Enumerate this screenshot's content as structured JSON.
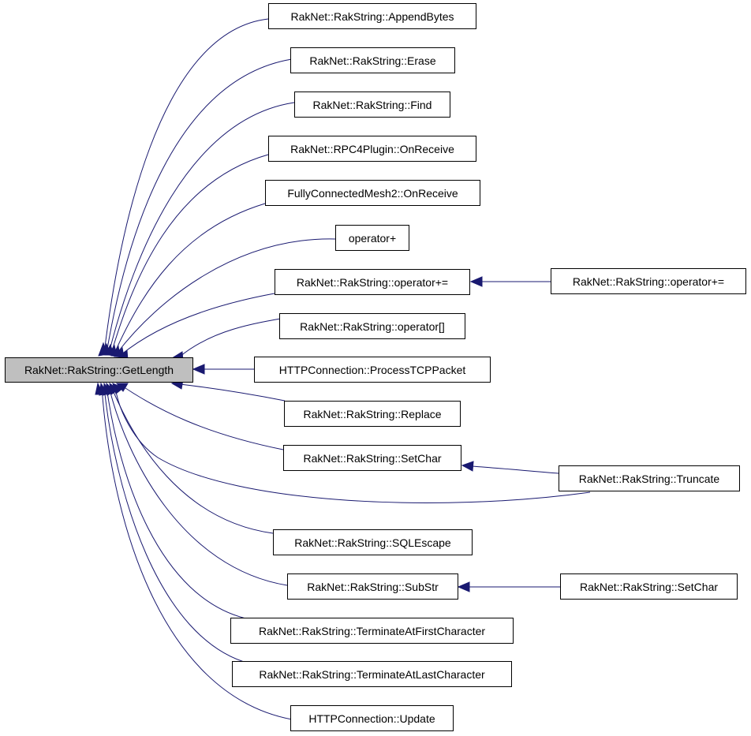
{
  "root": {
    "label": "RakNet::RakString::GetLength"
  },
  "callers": [
    {
      "id": "append",
      "label": "RakNet::RakString::AppendBytes"
    },
    {
      "id": "erase",
      "label": "RakNet::RakString::Erase"
    },
    {
      "id": "find",
      "label": "RakNet::RakString::Find"
    },
    {
      "id": "rpc4",
      "label": "RakNet::RPC4Plugin::OnReceive"
    },
    {
      "id": "fcm2",
      "label": "FullyConnectedMesh2::OnReceive"
    },
    {
      "id": "opplus",
      "label": "operator+"
    },
    {
      "id": "opplusEq",
      "label": "RakNet::RakString::operator+="
    },
    {
      "id": "opidx",
      "label": "RakNet::RakString::operator[]"
    },
    {
      "id": "http_tcp",
      "label": "HTTPConnection::ProcessTCPPacket"
    },
    {
      "id": "replace",
      "label": "RakNet::RakString::Replace"
    },
    {
      "id": "setchar",
      "label": "RakNet::RakString::SetChar"
    },
    {
      "id": "sqlescape",
      "label": "RakNet::RakString::SQLEscape"
    },
    {
      "id": "substr",
      "label": "RakNet::RakString::SubStr"
    },
    {
      "id": "termfirst",
      "label": "RakNet::RakString::TerminateAtFirstCharacter"
    },
    {
      "id": "termlast",
      "label": "RakNet::RakString::TerminateAtLastCharacter"
    },
    {
      "id": "http_update",
      "label": "HTTPConnection::Update"
    }
  ],
  "second_level": [
    {
      "id": "opplusEq2",
      "label": "RakNet::RakString::operator+="
    },
    {
      "id": "truncate",
      "label": "RakNet::RakString::Truncate"
    },
    {
      "id": "setchar2",
      "label": "RakNet::RakString::SetChar"
    }
  ],
  "edges": [
    {
      "from": "append",
      "to": "root"
    },
    {
      "from": "erase",
      "to": "root"
    },
    {
      "from": "find",
      "to": "root"
    },
    {
      "from": "rpc4",
      "to": "root"
    },
    {
      "from": "fcm2",
      "to": "root"
    },
    {
      "from": "opplus",
      "to": "root"
    },
    {
      "from": "opplusEq",
      "to": "root"
    },
    {
      "from": "opidx",
      "to": "root"
    },
    {
      "from": "http_tcp",
      "to": "root"
    },
    {
      "from": "replace",
      "to": "root"
    },
    {
      "from": "setchar",
      "to": "root"
    },
    {
      "from": "truncate",
      "to": "root"
    },
    {
      "from": "sqlescape",
      "to": "root"
    },
    {
      "from": "substr",
      "to": "root"
    },
    {
      "from": "termfirst",
      "to": "root"
    },
    {
      "from": "termlast",
      "to": "root"
    },
    {
      "from": "http_update",
      "to": "root"
    },
    {
      "from": "opplusEq2",
      "to": "opplusEq"
    },
    {
      "from": "truncate",
      "to": "setchar"
    },
    {
      "from": "setchar2",
      "to": "substr"
    }
  ],
  "colors": {
    "edge": "#191970",
    "root_fill": "#bfbfbf",
    "node_fill": "#ffffff",
    "border": "#000000"
  }
}
